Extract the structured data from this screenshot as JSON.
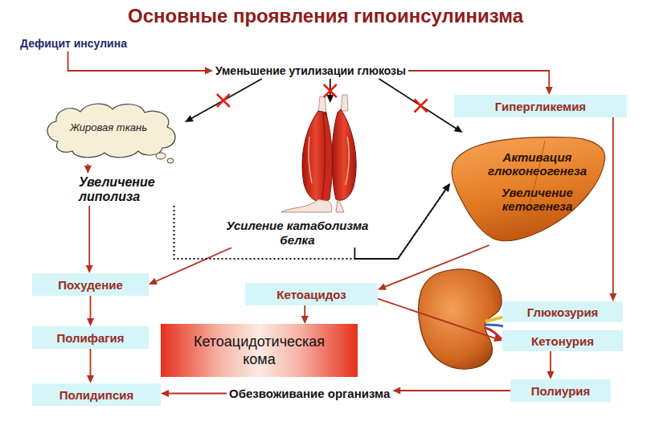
{
  "diagram": {
    "title": "Основные проявления гипоинсулинизма",
    "nodes": [
      {
        "text": [
          "Дефицит инсулина"
        ]
      },
      {
        "text": [
          "Уменьшение утилизации глюкозы"
        ]
      },
      {
        "text": [
          "Гипергликемия"
        ]
      },
      {
        "text": [
          "Жировая ткань"
        ]
      },
      {
        "text": [
          "Увеличение липолиза"
        ]
      },
      {
        "text": [
          "Усиление катаболизма белка"
        ]
      },
      {
        "text": [
          "Активация глюконеогенеза",
          "Увеличение кетогенеза"
        ]
      },
      {
        "text": [
          "Похудение"
        ]
      },
      {
        "text": [
          "Кетоацидоз"
        ]
      },
      {
        "text": [
          "Полифагия"
        ]
      },
      {
        "text": [
          "Кетоацидотическая кома"
        ]
      },
      {
        "text": [
          "Глюкозурия"
        ]
      },
      {
        "text": [
          "Кетонурия"
        ]
      },
      {
        "text": [
          "Полидипсия"
        ]
      },
      {
        "text": [
          "Обезвоживание организма"
        ]
      },
      {
        "text": [
          "Полиурия"
        ]
      }
    ],
    "edges": [
      {
        "from": 0,
        "to": 1,
        "arrow": "to"
      },
      {
        "from": 1,
        "to": 3,
        "arrow": "to"
      },
      {
        "from": 1,
        "to": 5,
        "arrow": "to"
      },
      {
        "from": 1,
        "to": 6,
        "arrow": "to"
      },
      {
        "from": 1,
        "to": 2,
        "arrow": "to"
      },
      {
        "from": 3,
        "to": 4,
        "arrow": "to"
      },
      {
        "from": 4,
        "to": 7,
        "arrow": "to"
      },
      {
        "from": 5,
        "to": 7,
        "arrow": "to"
      },
      {
        "from": 4,
        "to": 6,
        "arrow": "to"
      },
      {
        "from": 5,
        "to": 6,
        "arrow": "to"
      },
      {
        "from": 6,
        "to": 8,
        "arrow": "to"
      },
      {
        "from": 2,
        "to": 11,
        "arrow": "to"
      },
      {
        "from": 8,
        "to": 10,
        "arrow": "to"
      },
      {
        "from": 8,
        "to": 12,
        "arrow": "to"
      },
      {
        "from": 12,
        "to": 15,
        "arrow": "to"
      },
      {
        "from": 15,
        "to": 14,
        "arrow": "to"
      },
      {
        "from": 14,
        "to": 13,
        "arrow": "to"
      },
      {
        "from": 7,
        "to": 9,
        "arrow": "to"
      },
      {
        "from": 9,
        "to": 13,
        "arrow": "to"
      }
    ]
  }
}
